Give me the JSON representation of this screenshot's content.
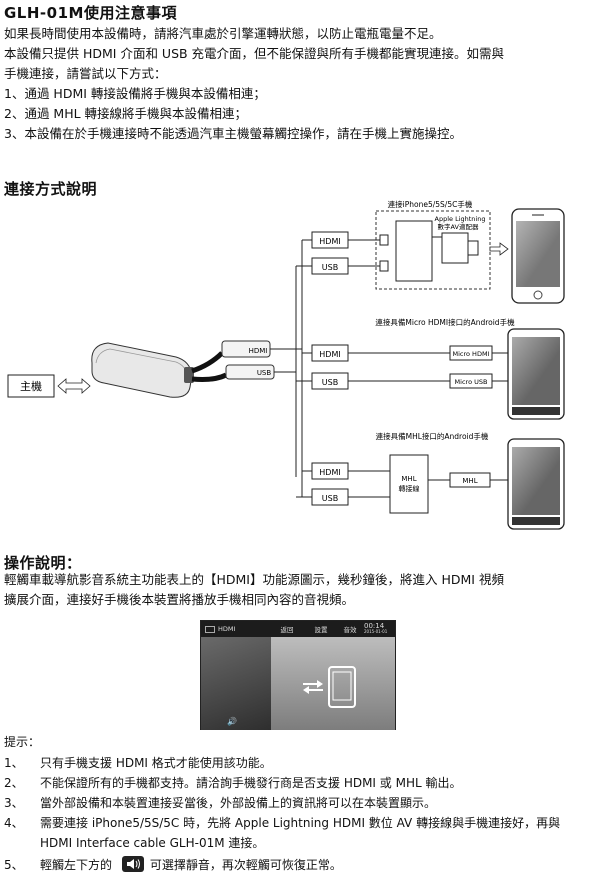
{
  "notice": {
    "title": "GLH-01M使用注意事項",
    "lines": [
      "如果長時間使用本設備時，請將汽車處於引擎運轉狀態，以防止電瓶電量不足。",
      "本設備只提供 HDMI 介面和 USB 充電介面，但不能保證與所有手機都能實現連接。如需與",
      "手機連接，請嘗試以下方式：",
      "1、通過 HDMI 轉接設備將手機與本設備相連；",
      "2、通過 MHL 轉接線將手機與本設備相連；",
      "3、本設備在於手機連接時不能透過汽車主機螢幕觸控操作，請在手機上實施操控。"
    ]
  },
  "connection": {
    "title": "連接方式說明",
    "host_label": "主機",
    "device_labels": [
      "HDMI",
      "USB"
    ],
    "group1": {
      "caption": "連接iPhone5/5S/5C手機",
      "adapter": "Apple Lightning 數字AV適配器",
      "ports": [
        "HDMI",
        "USB"
      ]
    },
    "group2": {
      "caption": "連接具備Micro HDMI接口的Android手機",
      "ports": [
        "HDMI",
        "USB"
      ],
      "targets": [
        "Micro HDMI",
        "Micro USB"
      ]
    },
    "group3": {
      "caption": "連接具備MHL接口的Android手機",
      "ports": [
        "HDMI",
        "USB"
      ],
      "cable": "MHL 轉接線",
      "target": "MHL"
    }
  },
  "operation": {
    "title": "操作說明：",
    "lines": [
      "輕觸車載導航影音系統主功能表上的【HDMI】功能源圖示，幾秒鐘後，將進入 HDMI 視頻",
      "擴展介面，連接好手機後本裝置將播放手機相同內容的音視頻。"
    ],
    "screen": {
      "mode": "HDMI",
      "tabs": [
        "返回",
        "設置",
        "音效"
      ],
      "time": "00:14",
      "date": "2015-01-01"
    }
  },
  "tips": {
    "title": "提示：",
    "items": [
      {
        "num": "1、",
        "text": "只有手機支援 HDMI 格式才能使用該功能。"
      },
      {
        "num": "2、",
        "text": "不能保證所有的手機都支持。請洽詢手機發行商是否支援 HDMI 或 MHL 輸出。"
      },
      {
        "num": "3、",
        "text": "當外部設備和本裝置連接妥當後，外部設備上的資訊將可以在本裝置顯示。"
      },
      {
        "num": "4、",
        "text": "需要連接 iPhone5/5S/5C 時，先將 Apple Lightning HDMI 數位 AV 轉接線與手機連接好，再與",
        "cont": "HDMI Interface cable GLH-01M 連接。"
      },
      {
        "num": "5、",
        "pre": "輕觸左下方的",
        "post": "可選擇靜音，再次輕觸可恢復正常。"
      }
    ]
  }
}
